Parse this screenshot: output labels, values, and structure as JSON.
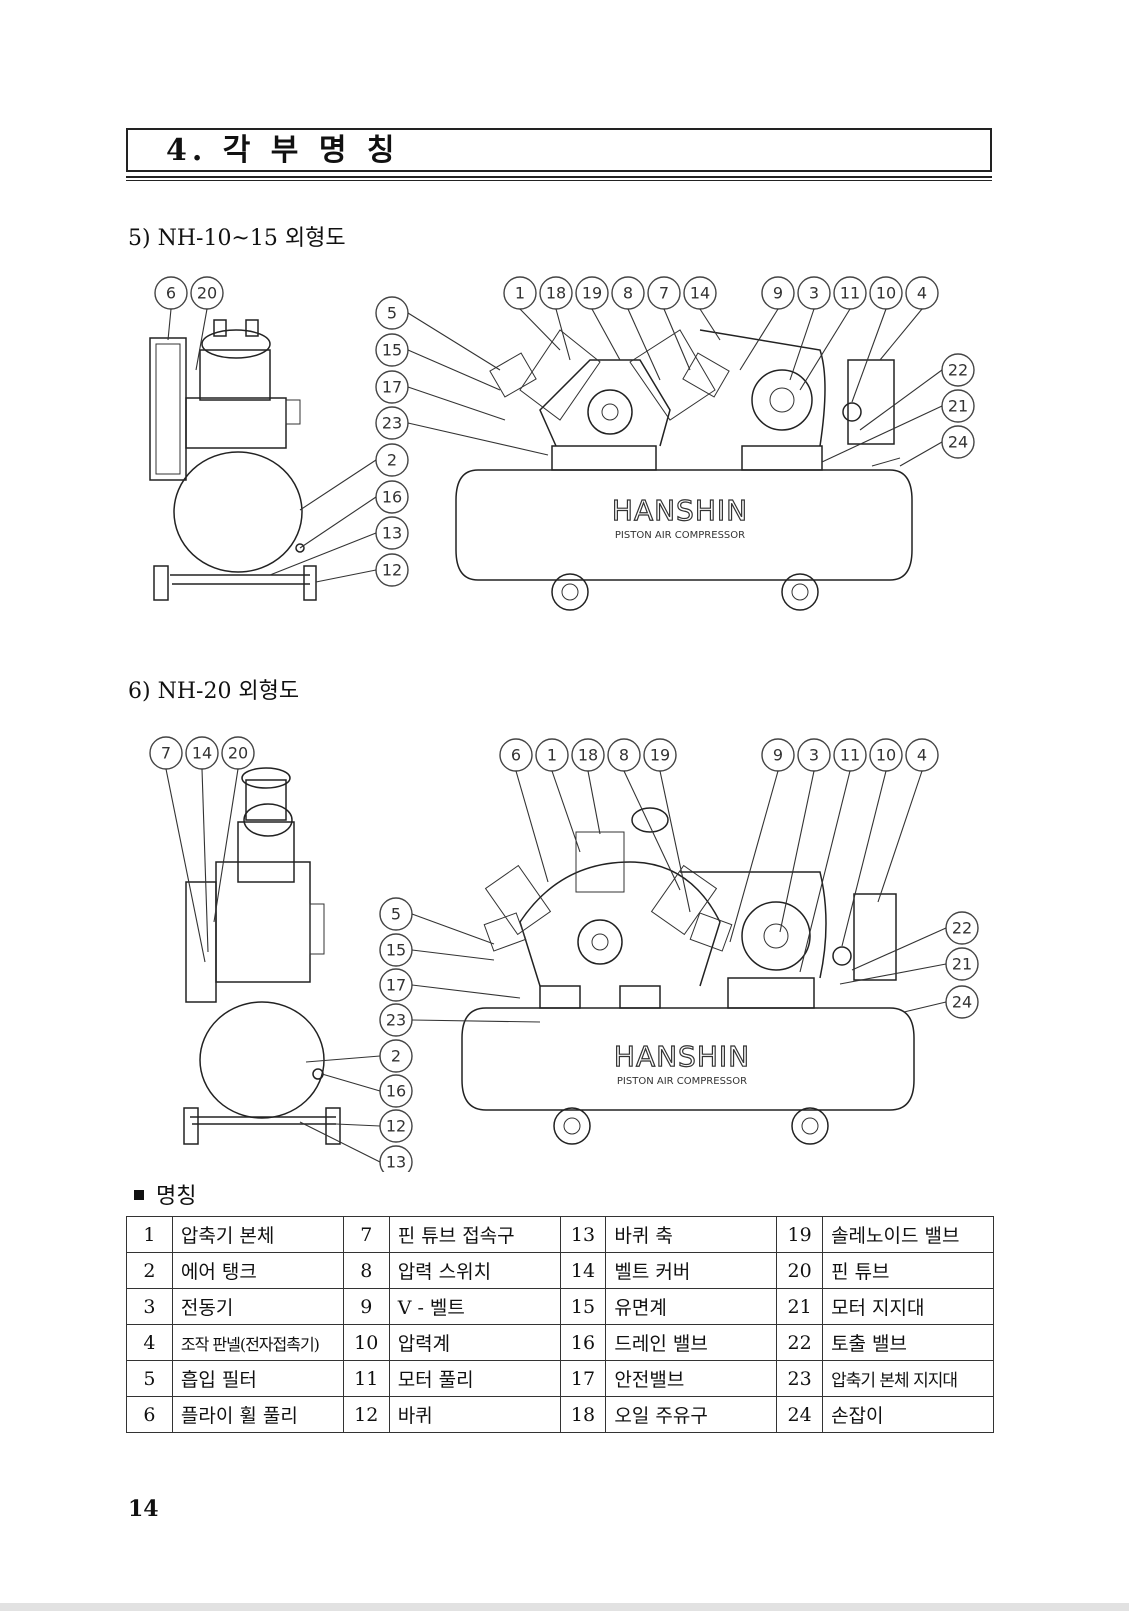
{
  "section_title": "4. 각 부 명 칭",
  "figures": [
    {
      "caption": "5) NH-10~15 외형도",
      "side_callouts": [
        "6",
        "20",
        "5",
        "15",
        "17",
        "23",
        "2",
        "16",
        "13",
        "12"
      ],
      "front_callouts": [
        "1",
        "18",
        "19",
        "8",
        "7",
        "14",
        "9",
        "3",
        "11",
        "10",
        "4",
        "22",
        "21",
        "24"
      ],
      "brand": "HANSHIN",
      "brand_sub": "PISTON AIR COMPRESSOR"
    },
    {
      "caption": "6) NH-20 외형도",
      "side_callouts": [
        "7",
        "14",
        "20",
        "5",
        "15",
        "17",
        "23",
        "2",
        "16",
        "12",
        "13"
      ],
      "front_callouts": [
        "6",
        "1",
        "18",
        "8",
        "19",
        "9",
        "3",
        "11",
        "10",
        "4",
        "22",
        "21",
        "24"
      ],
      "brand": "HANSHIN",
      "brand_sub": "PISTON AIR COMPRESSOR"
    }
  ],
  "legend_title": "명칭",
  "parts_table": [
    [
      {
        "no": "1",
        "name": "압축기 본체"
      },
      {
        "no": "7",
        "name": "핀 튜브 접속구"
      },
      {
        "no": "13",
        "name": "바퀴 축"
      },
      {
        "no": "19",
        "name": "솔레노이드 밸브"
      }
    ],
    [
      {
        "no": "2",
        "name": "에어 탱크"
      },
      {
        "no": "8",
        "name": "압력 스위치"
      },
      {
        "no": "14",
        "name": "벨트 커버"
      },
      {
        "no": "20",
        "name": "핀 튜브"
      }
    ],
    [
      {
        "no": "3",
        "name": "전동기"
      },
      {
        "no": "9",
        "name": "V - 벨트"
      },
      {
        "no": "15",
        "name": "유면계"
      },
      {
        "no": "21",
        "name": "모터 지지대"
      }
    ],
    [
      {
        "no": "4",
        "name": "조작 판넬(전자접촉기)"
      },
      {
        "no": "10",
        "name": "압력계"
      },
      {
        "no": "16",
        "name": "드레인 밸브"
      },
      {
        "no": "22",
        "name": "토출 밸브"
      }
    ],
    [
      {
        "no": "5",
        "name": "흡입 필터"
      },
      {
        "no": "11",
        "name": "모터 풀리"
      },
      {
        "no": "17",
        "name": "안전밸브"
      },
      {
        "no": "23",
        "name": "압축기 본체 지지대"
      }
    ],
    [
      {
        "no": "6",
        "name": "플라이 휠 풀리"
      },
      {
        "no": "12",
        "name": "바퀴"
      },
      {
        "no": "18",
        "name": "오일 주유구"
      },
      {
        "no": "24",
        "name": "손잡이"
      }
    ]
  ],
  "page_number": "14"
}
